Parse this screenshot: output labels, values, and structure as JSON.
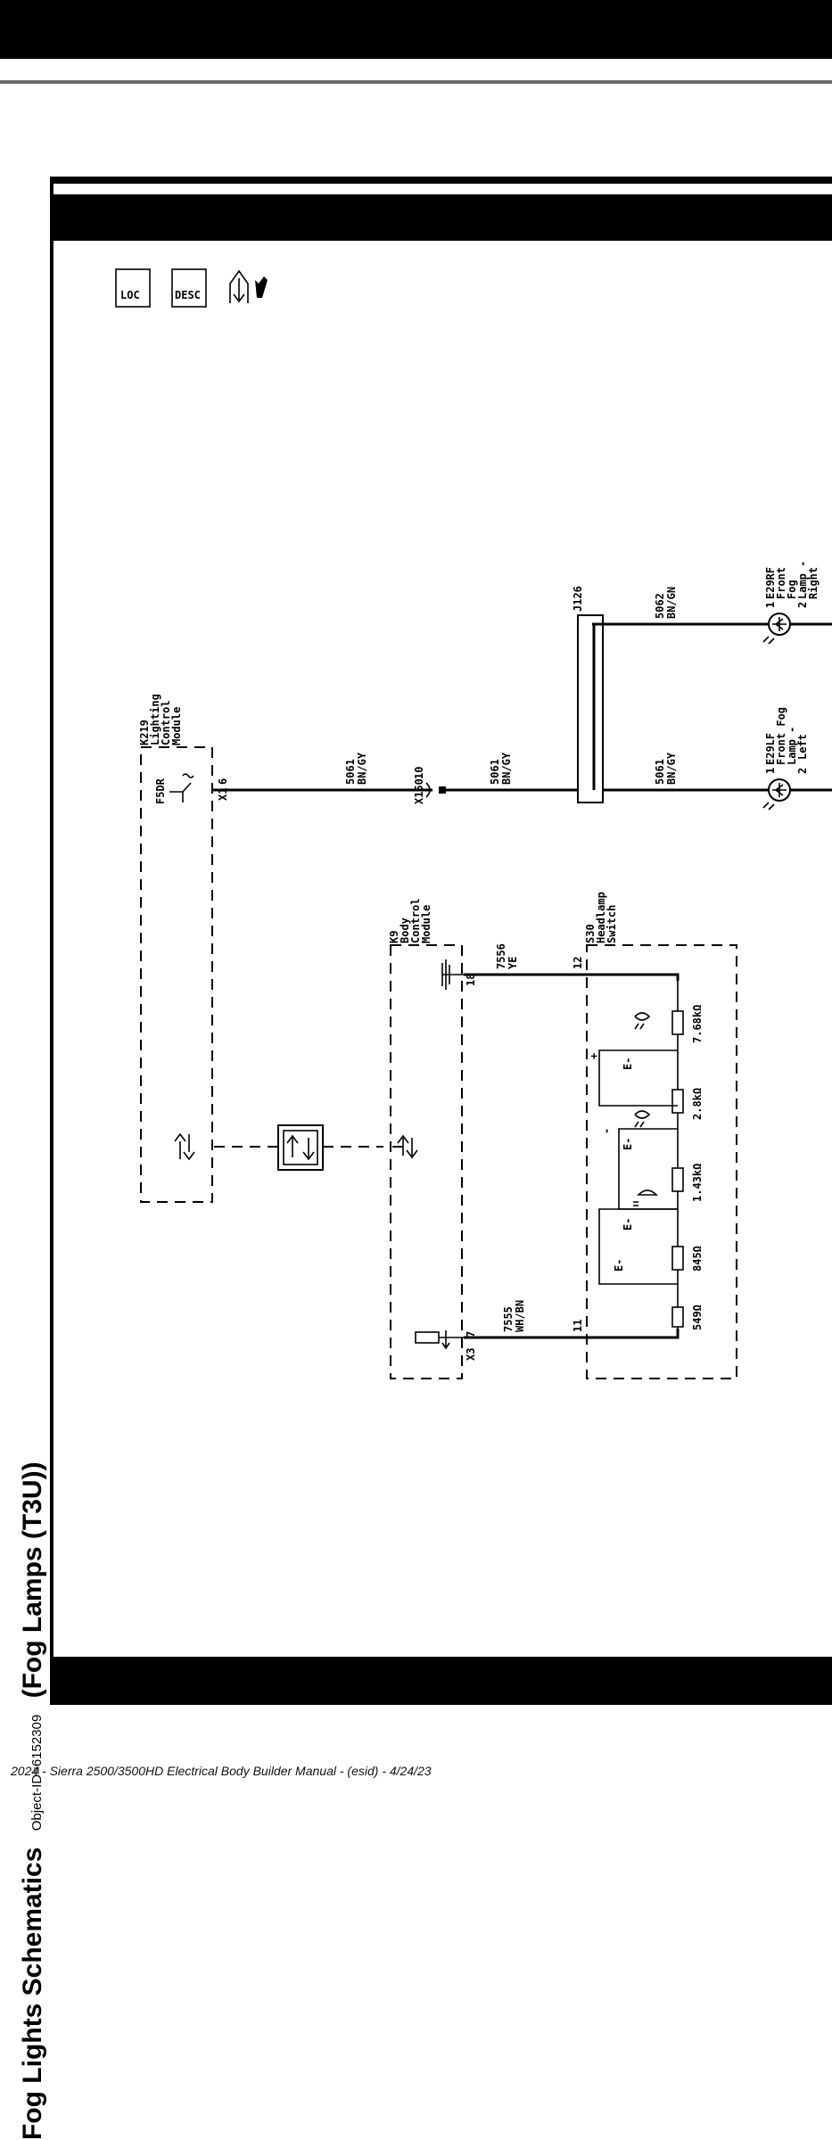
{
  "page": {
    "title": "Fog Lights Schematics",
    "object_id": "Object-ID=6152309",
    "subtitle": "(Fog Lamps (T3U))",
    "footer": "2024 - Sierra 2500/3500HD Electrical Body Builder Manual - (esid) - 4/24/23"
  },
  "icons": [
    "location-icon",
    "description-icon",
    "service-icon"
  ],
  "icon_text": {
    "loc": "LOC",
    "desc": "DESC"
  },
  "components": {
    "k219": {
      "id": "K219",
      "l1": "Lighting",
      "l2": "Control",
      "l3": "Module",
      "driver": "F5DR",
      "conn": "X1",
      "pin": "6"
    },
    "k9": {
      "id": "K9",
      "l1": "Body",
      "l2": "Control",
      "l3": "Module",
      "conn_a": "X3",
      "pin_a": "7",
      "pin_b": "18"
    },
    "x150": {
      "id": "X150",
      "pin": "10"
    },
    "j126": {
      "id": "J126"
    },
    "s30": {
      "id": "S30",
      "l1": "Headlamp",
      "l2": "Switch",
      "pin_a": "11",
      "pin_b": "12"
    },
    "e29lf": {
      "id": "E29LF",
      "l1": "Front Fog",
      "l2": "Lamp -",
      "l3": "Left",
      "pin1": "1",
      "pin2": "2"
    },
    "e29rf": {
      "id": "E29RF",
      "l1": "Front",
      "l2": "Fog",
      "l3": "Lamp -",
      "l4": "Right",
      "pin1": "1",
      "pin2": "2"
    }
  },
  "wires": {
    "w5061a": {
      "circuit": "5061",
      "color": "BN/GY"
    },
    "w5061b": {
      "circuit": "5061",
      "color": "BN/GY"
    },
    "w5061c": {
      "circuit": "5061",
      "color": "BN/GY"
    },
    "w5062": {
      "circuit": "5062",
      "color": "BN/GN"
    },
    "w7556": {
      "circuit": "7556",
      "color": "YE"
    },
    "w7555": {
      "circuit": "7555",
      "color": "WH/BN"
    }
  },
  "resistors": [
    "549Ω",
    "845Ω",
    "1.43kΩ",
    "2.8kΩ",
    "7.68kΩ"
  ],
  "switch_marks": {
    "open": "E-",
    "minus": "-",
    "plus": "+"
  }
}
